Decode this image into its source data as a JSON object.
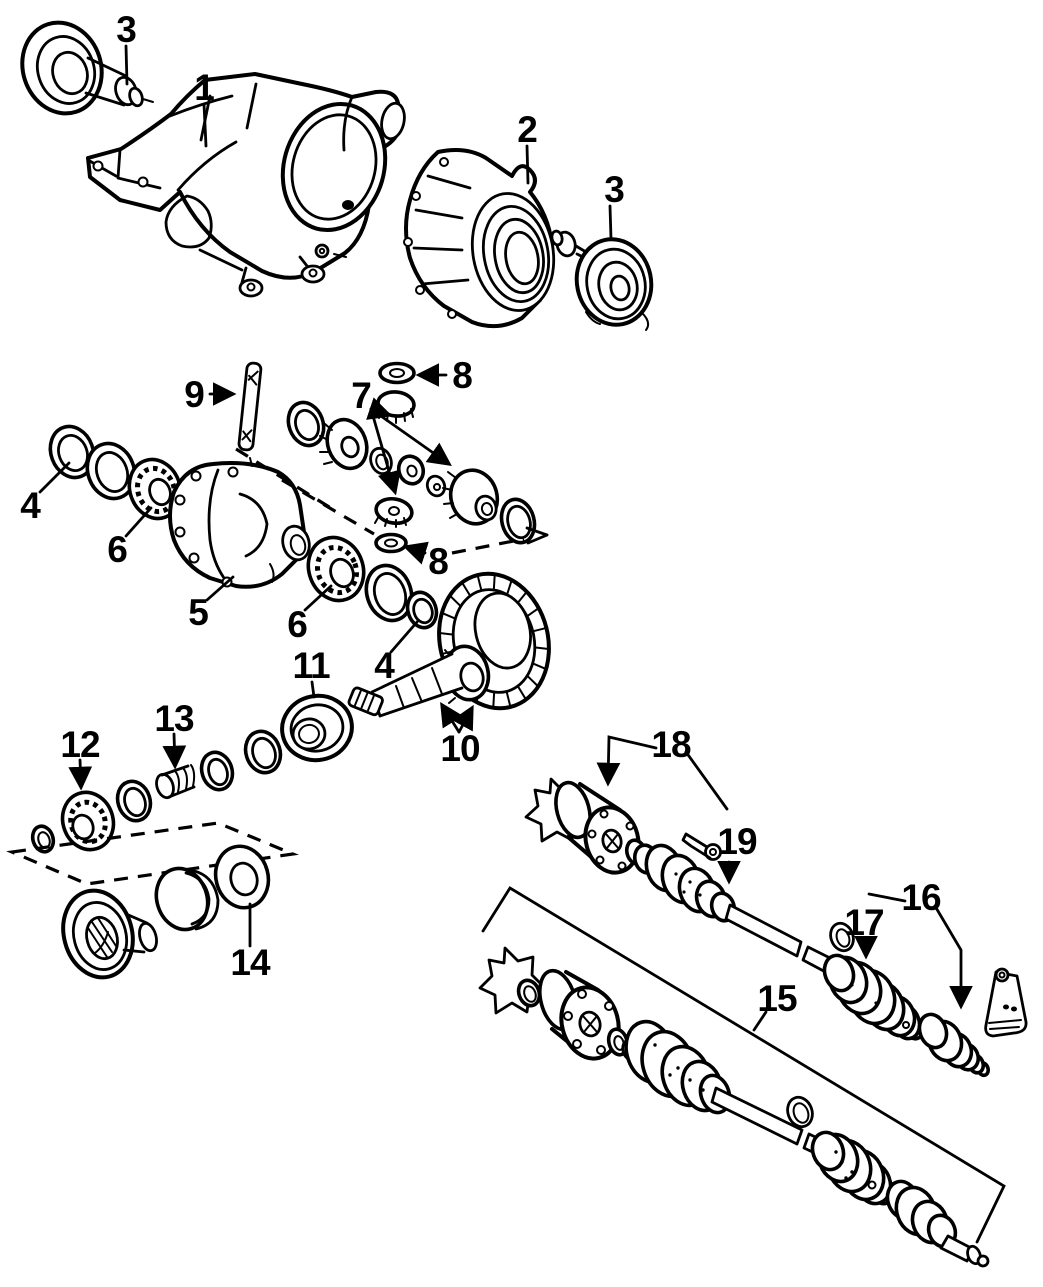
{
  "colors": {
    "background": "#ffffff",
    "line": "#000000"
  },
  "callouts": [
    {
      "label": "3",
      "part": "companion-flange-left"
    },
    {
      "label": "1",
      "part": "differential-carrier-housing"
    },
    {
      "label": "2",
      "part": "differential-cover"
    },
    {
      "label": "3",
      "part": "companion-flange-right"
    },
    {
      "label": "9",
      "part": "lock-pin"
    },
    {
      "label": "8",
      "part": "thrust-washer-upper"
    },
    {
      "label": "7",
      "part": "differential-gear-set"
    },
    {
      "label": "4",
      "part": "seal-left"
    },
    {
      "label": "6",
      "part": "side-bearing-left"
    },
    {
      "label": "5",
      "part": "differential-case"
    },
    {
      "label": "8",
      "part": "thrust-washer-lower"
    },
    {
      "label": "6",
      "part": "side-bearing-right"
    },
    {
      "label": "4",
      "part": "seal-right"
    },
    {
      "label": "11",
      "part": "rear-pinion-bearing"
    },
    {
      "label": "10",
      "part": "ring-and-pinion-gear"
    },
    {
      "label": "13",
      "part": "collapsible-spacer"
    },
    {
      "label": "12",
      "part": "front-pinion-bearing"
    },
    {
      "label": "14",
      "part": "flange-washer"
    },
    {
      "label": "18",
      "part": "inner-cv-joint-and-boot"
    },
    {
      "label": "19",
      "part": "joint-bolt"
    },
    {
      "label": "17",
      "part": "outer-cv-joint"
    },
    {
      "label": "16",
      "part": "outer-boot-kit"
    },
    {
      "label": "15",
      "part": "drive-axle-shaft-assembly"
    }
  ]
}
